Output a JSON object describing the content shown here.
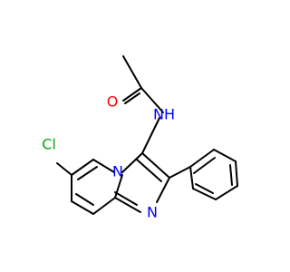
{
  "molecule": {
    "atoms": {
      "O": {
        "label": "O",
        "color": "#ff0000"
      },
      "NH": {
        "label": "NH",
        "color": "#0000ff"
      },
      "N_bridge": {
        "label": "N",
        "color": "#0000ff"
      },
      "N_imid": {
        "label": "N",
        "color": "#0000ff"
      },
      "Cl": {
        "label": "Cl",
        "color": "#00aa00"
      }
    }
  }
}
